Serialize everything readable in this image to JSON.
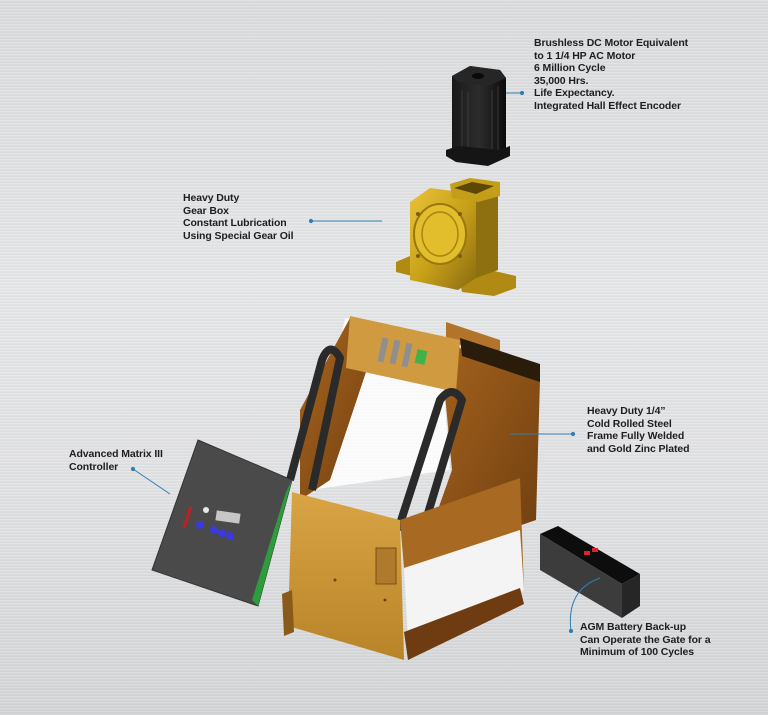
{
  "diagram": {
    "title": "Gate operator exploded view",
    "colors": {
      "background": "#dfe0e2",
      "callout_line": "#2e7fb0",
      "label_text": "#1e1e1e",
      "frame_gold": "#c8932f",
      "frame_dark": "#7a4a14",
      "gearbox_gold": "#d4b21e",
      "motor_black": "#111111",
      "controller_grey": "#4a4a4a",
      "battery_grey": "#3a3a3a",
      "battery_terminal": "#e0202a"
    },
    "components": [
      {
        "id": "motor",
        "label_lines": [
          "Brushless DC Motor Equivalent",
          "to 1 1/4 HP AC Motor",
          "6 Million Cycle",
          "35,000 Hrs.",
          "Life Expectancy.",
          "Integrated Hall Effect Encoder"
        ]
      },
      {
        "id": "gearbox",
        "label_lines": [
          "Heavy Duty",
          "Gear Box",
          "Constant Lubrication",
          "Using Special Gear Oil"
        ]
      },
      {
        "id": "frame",
        "label_lines": [
          "Heavy Duty 1/4”",
          "Cold Rolled Steel",
          "Frame Fully Welded",
          "and Gold Zinc Plated"
        ]
      },
      {
        "id": "controller",
        "label_lines": [
          "Advanced Matrix III",
          "Controller"
        ]
      },
      {
        "id": "battery",
        "label_lines": [
          "AGM Battery Back-up",
          "Can Operate the Gate for a",
          "Minimum of 100 Cycles"
        ]
      }
    ]
  }
}
